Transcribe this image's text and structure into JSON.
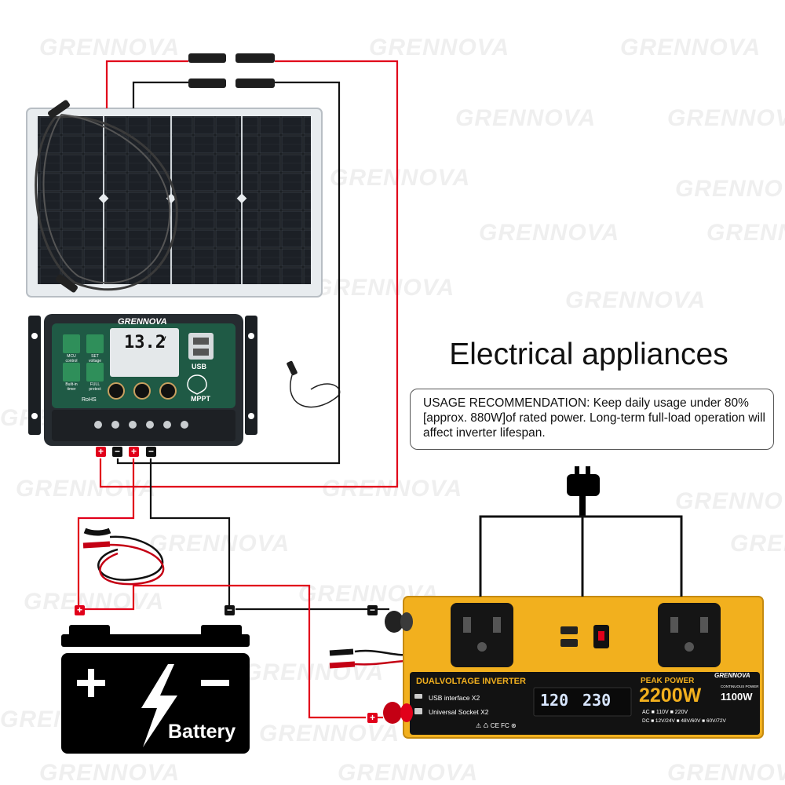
{
  "watermark": "GRENNOVA",
  "title": "Electrical appliances",
  "usage_note": "USAGE RECOMMENDATION: Keep daily usage under 80% [approx. 880W]of rated power. Long-term full-load operation will affect inverter lifespan.",
  "battery_label": "Battery",
  "controller": {
    "brand": "GRENNOVA",
    "lcd_value": "13.2",
    "lcd_unit": "v",
    "btn_mcu": "MCU control",
    "btn_set": "SET voltage",
    "btn_timer": "Built-in timer",
    "btn_protect": "FULL protect",
    "usb_label": "USB",
    "mppt_label": "MPPT",
    "rohs_label": "RoHS"
  },
  "inverter": {
    "brand": "GRENNOVA",
    "model": "DUALVOLTAGE INVERTER",
    "usb_feature": "USB interface X2",
    "socket_feature": "Universal Socket X2",
    "display_left": "120",
    "display_right": "230",
    "peak_label": "PEAK POWER",
    "peak_value": "2200W",
    "continuous_label": "CONTINUOUS POWER",
    "continuous_value": "1100W",
    "ac_options": "AC ■ 110V  ■ 220V",
    "dc_options": "DC ■ 12V/24V ■ 48V/60V ■ 60V/72V",
    "certs": "⚠ ♺ CE FC ⊛"
  },
  "terminals": {
    "positive": "+",
    "negative": "−"
  },
  "colors": {
    "positive_wire": "#e1001a",
    "negative_wire": "#111111",
    "inverter_body": "#f2b01e",
    "panel": "#15181c"
  }
}
